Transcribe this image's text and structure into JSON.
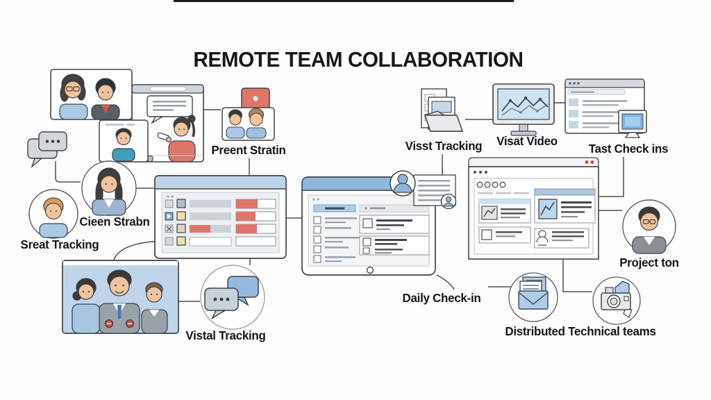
{
  "title": "REMOTE TEAM COLLABORATION",
  "labels": {
    "preent_stratin": "Preent Stratin",
    "visst_tracking": "Visst Tracking",
    "visat_video": "Visat Video",
    "tast_check_ins": "Tast Check ins",
    "cieen_strabn": "Cieen Strabn",
    "sreat_tracking": "Sreat Tracking",
    "vistal_tracking": "Vistal Tracking",
    "daily_check_in": "Daily Check-in",
    "project_ton": "Project ton",
    "distributed_technical_teams": "Distributed Technical teams"
  },
  "icons": {
    "typing-bubbles-icon": "grey speech bubbles with typing dots",
    "alert-bubble-icon": "red notification speech bubble",
    "presentation-bubble-icon": "speech bubble with text lines",
    "folder-files-icon": "open folder with stacked documents",
    "analytics-monitor-icon": "desktop monitor showing line chart",
    "browser-tasklist-icon": "browser window with task list",
    "mini-monitor-icon": "small blue desktop monitor",
    "mail-documents-icon": "envelope with letter documents",
    "camera-icon": "photo camera",
    "home-button-icon": "tablet home button",
    "chat-pair-icon": "blue and grey chat bubbles in circle"
  },
  "colors": {
    "outline": "#3f4347",
    "accent_blue": "#a9c9e5",
    "header_blue": "#8fb8dd",
    "panel_blue": "#bcd3e8",
    "photo_blue": "#bfd6ea",
    "accent_coral": "#e0756a",
    "bubble_grey": "#d5d8db",
    "suit_grey": "#9aa2a9"
  }
}
